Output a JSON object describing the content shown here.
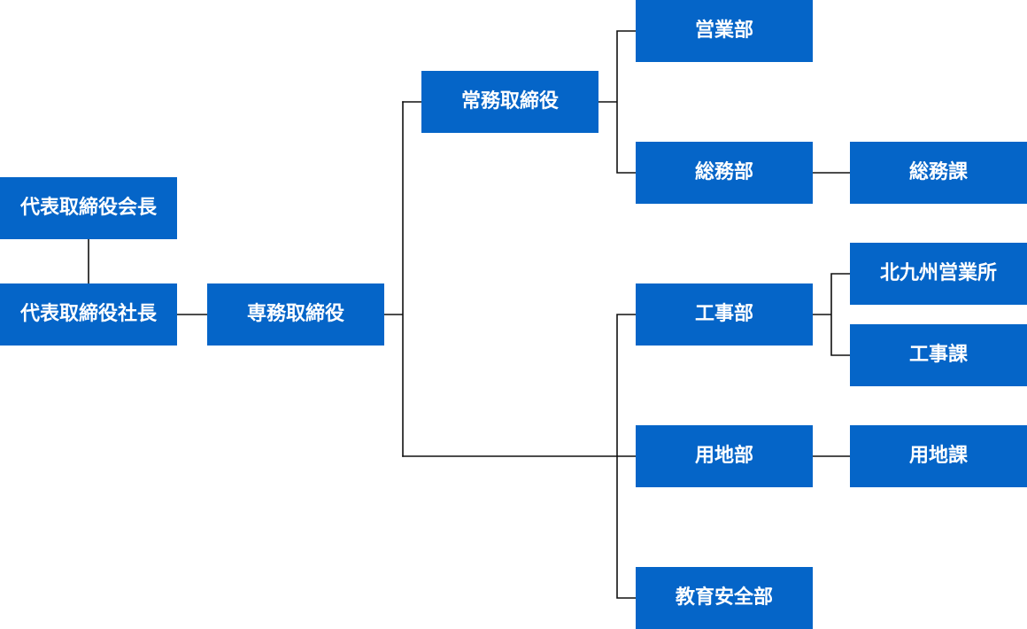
{
  "org_chart": {
    "colors": {
      "box_fill": "#0565c8",
      "box_text": "#ffffff",
      "connector": "#111111",
      "background": "#ffffff"
    },
    "positions": {
      "chairman": "代表取締役会長",
      "president": "代表取締役社長",
      "senior_managing_director": "専務取締役",
      "managing_director": "常務取締役"
    },
    "departments": {
      "sales": "営業部",
      "general_affairs": "総務部",
      "construction": "工事部",
      "land": "用地部",
      "education_safety": "教育安全部"
    },
    "sections": {
      "general_affairs": "総務課",
      "kitakyushu_sales_office": "北九州営業所",
      "construction": "工事課",
      "land": "用地課"
    }
  }
}
